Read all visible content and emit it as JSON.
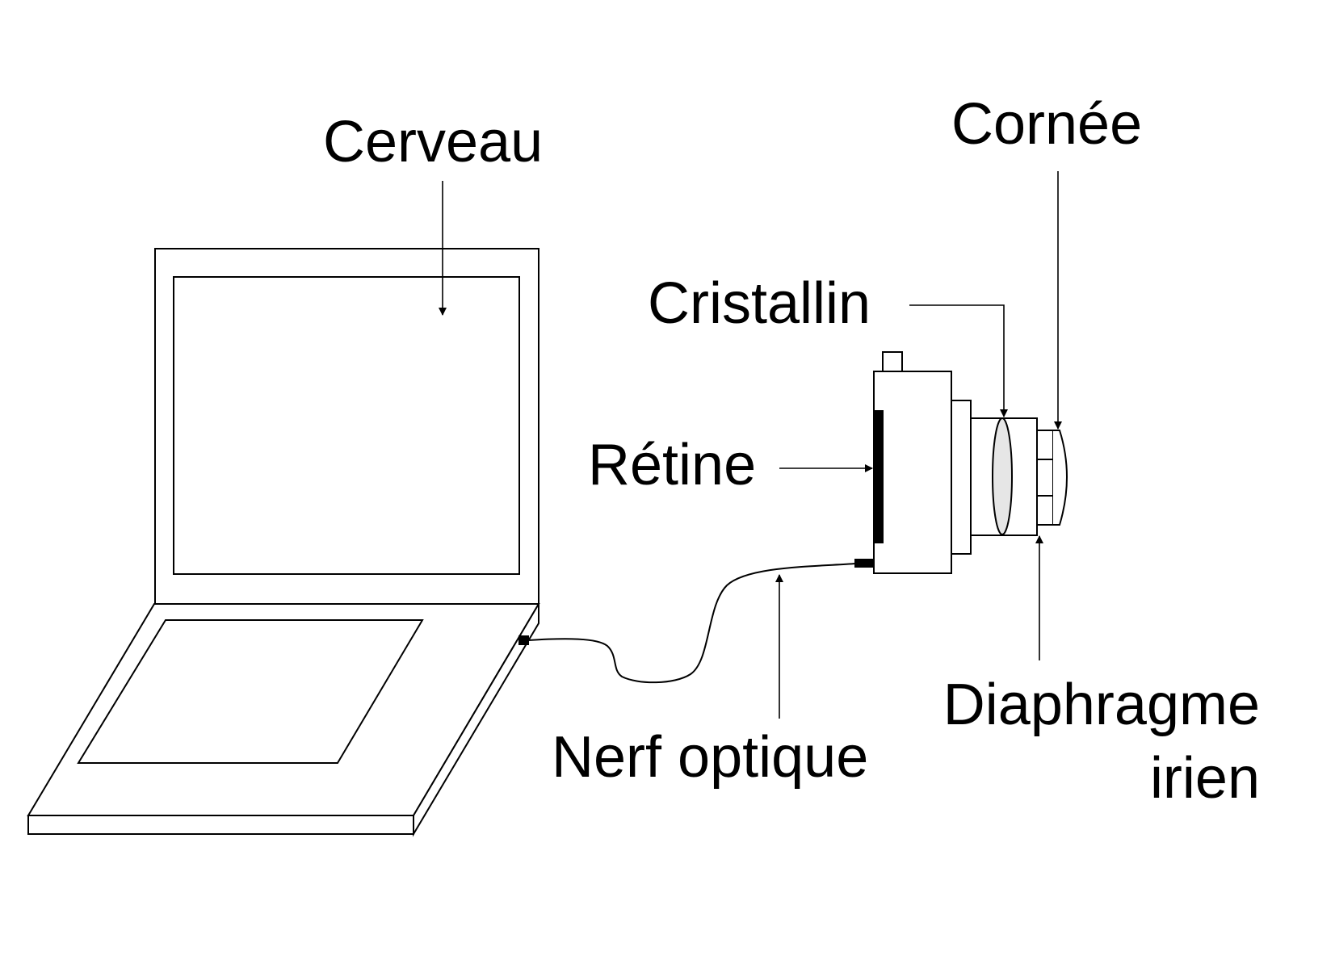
{
  "labels": {
    "cerveau": "Cerveau",
    "cornee": "Cornée",
    "cristallin": "Cristallin",
    "retine": "Rétine",
    "nerf_optique": "Nerf optique",
    "diaphragme_line1": "Diaphragme",
    "diaphragme_line2": "irien"
  },
  "colors": {
    "stroke": "#000000",
    "background": "#ffffff",
    "lens_fill": "#e6e6e6"
  }
}
